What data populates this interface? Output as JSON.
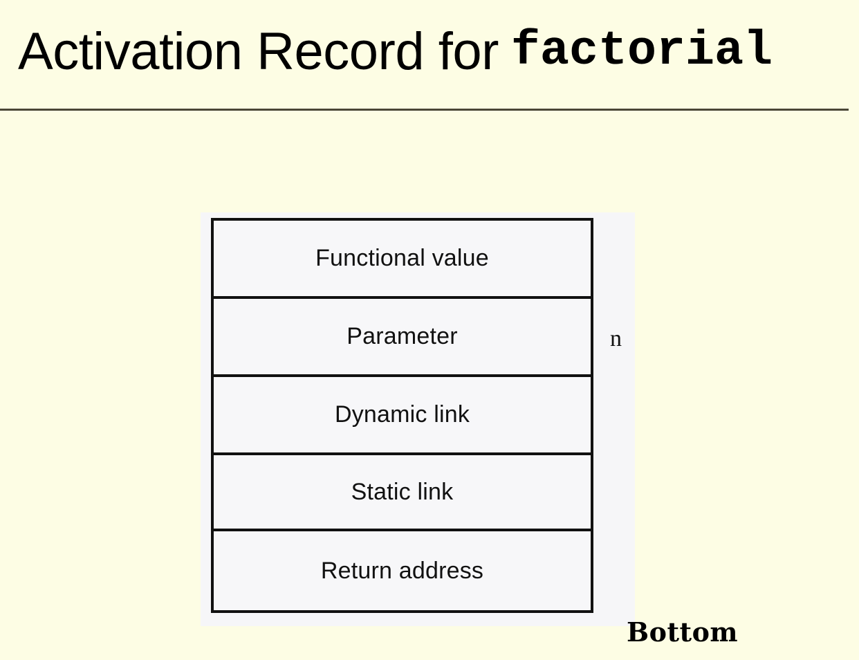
{
  "slide": {
    "title_plain": "Activation Record for",
    "title_code": "factorial",
    "background_color": "#fdfde4",
    "rule_color": "#4a4636"
  },
  "figure": {
    "background_color": "#f6f6f8",
    "border_color": "#111111",
    "cell_background": "#f7f7f9",
    "annotation": "n",
    "rows": [
      {
        "label": "Functional value"
      },
      {
        "label": "Parameter"
      },
      {
        "label": "Dynamic link"
      },
      {
        "label": "Static link"
      },
      {
        "label": "Return address"
      }
    ]
  },
  "caption": {
    "bottom_label": "Bottom"
  }
}
